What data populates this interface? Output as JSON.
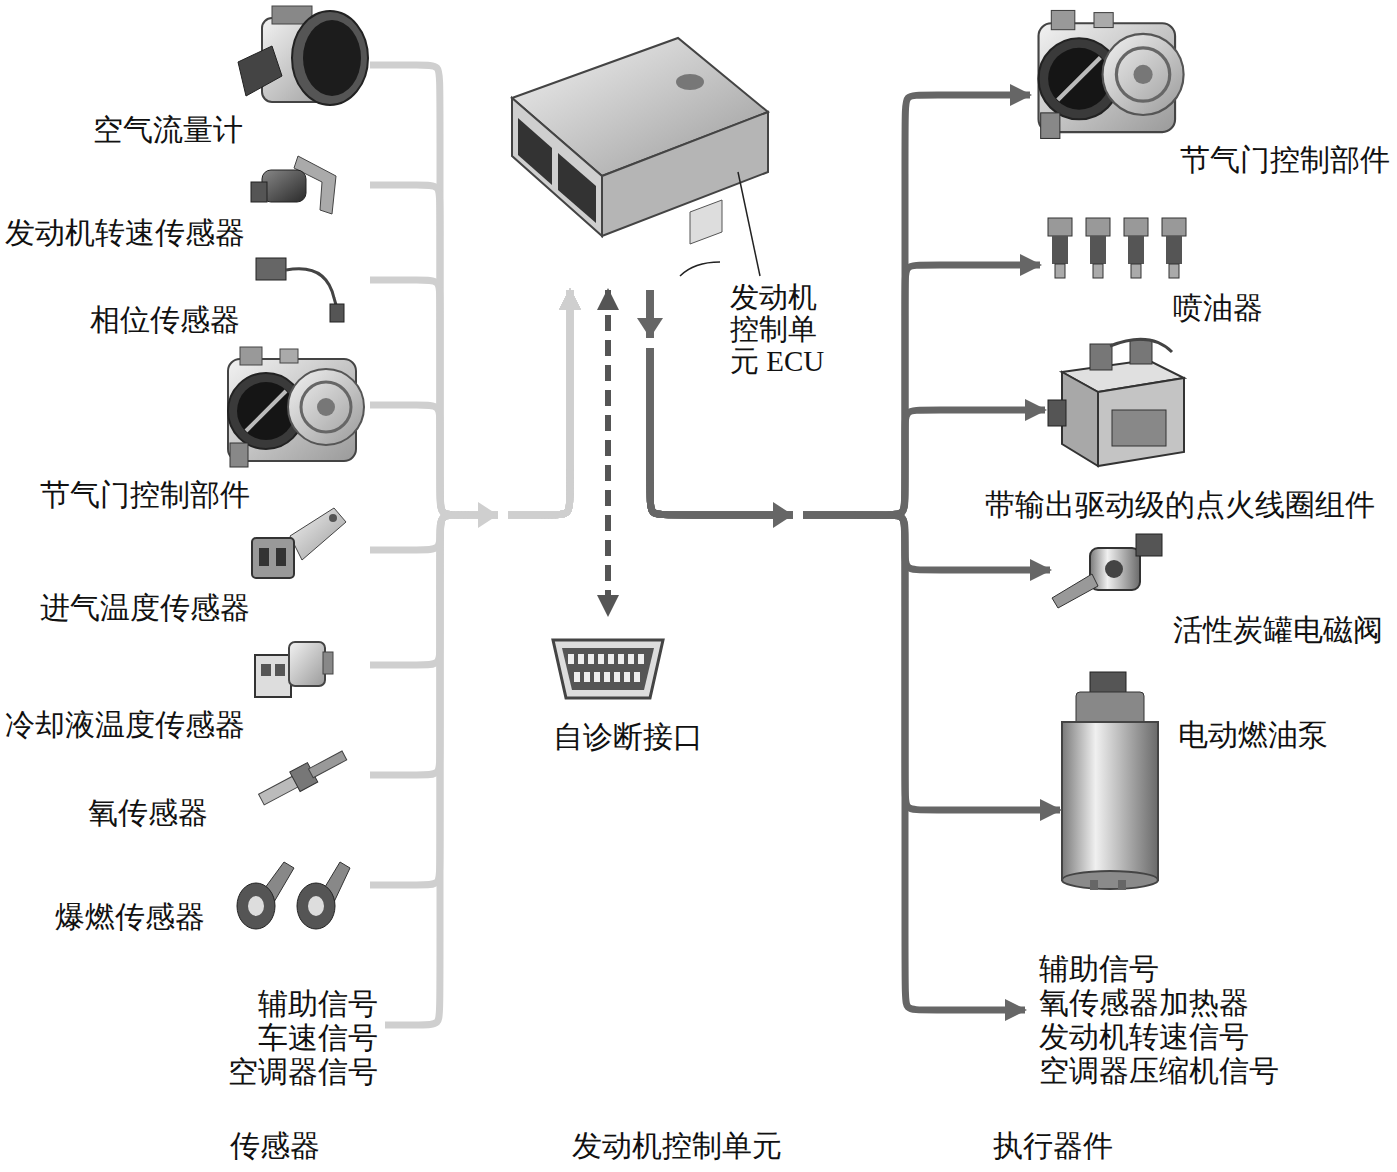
{
  "diagram": {
    "nodes": [
      {
        "text": [
          "空气流量计"
        ]
      },
      {
        "text": [
          "发动机转速传感器"
        ]
      },
      {
        "text": [
          "相位传感器"
        ]
      },
      {
        "text": [
          "节气门控制部件"
        ]
      },
      {
        "text": [
          "进气温度传感器"
        ]
      },
      {
        "text": [
          "冷却液温度传感器"
        ]
      },
      {
        "text": [
          "氧传感器"
        ]
      },
      {
        "text": [
          "爆燃传感器"
        ]
      },
      {
        "text": [
          "辅助信号",
          "车速信号",
          "空调器信号"
        ]
      },
      {
        "text": [
          "发动机 控制单 元 ECU"
        ]
      },
      {
        "text": [
          "自诊断接口"
        ]
      },
      {
        "text": [
          "节气门控制部件"
        ]
      },
      {
        "text": [
          "喷油器"
        ]
      },
      {
        "text": [
          "带输出驱动级的点火线圈组件"
        ]
      },
      {
        "text": [
          "活性炭罐电磁阀"
        ]
      },
      {
        "text": [
          "电动燃油泵"
        ]
      },
      {
        "text": [
          "辅助信号",
          "氧传感器加热器",
          "发动机转速信号",
          "空调器压缩机信号"
        ]
      }
    ],
    "edges": [
      {
        "from": 0,
        "to": 9,
        "arrow": "to"
      },
      {
        "from": 1,
        "to": 9,
        "arrow": "to"
      },
      {
        "from": 2,
        "to": 9,
        "arrow": "to"
      },
      {
        "from": 3,
        "to": 9,
        "arrow": "to"
      },
      {
        "from": 4,
        "to": 9,
        "arrow": "to"
      },
      {
        "from": 5,
        "to": 9,
        "arrow": "to"
      },
      {
        "from": 6,
        "to": 9,
        "arrow": "to"
      },
      {
        "from": 7,
        "to": 9,
        "arrow": "to"
      },
      {
        "from": 8,
        "to": 9,
        "arrow": "to"
      },
      {
        "from": 9,
        "to": 10,
        "arrow": "both"
      },
      {
        "from": 9,
        "to": 11,
        "arrow": "to"
      },
      {
        "from": 9,
        "to": 12,
        "arrow": "to"
      },
      {
        "from": 9,
        "to": 13,
        "arrow": "to"
      },
      {
        "from": 9,
        "to": 14,
        "arrow": "to"
      },
      {
        "from": 9,
        "to": 15,
        "arrow": "to"
      },
      {
        "from": 9,
        "to": 16,
        "arrow": "to"
      }
    ],
    "labels": [
      "传感器",
      "发动机控制单元",
      "执行器件"
    ]
  }
}
